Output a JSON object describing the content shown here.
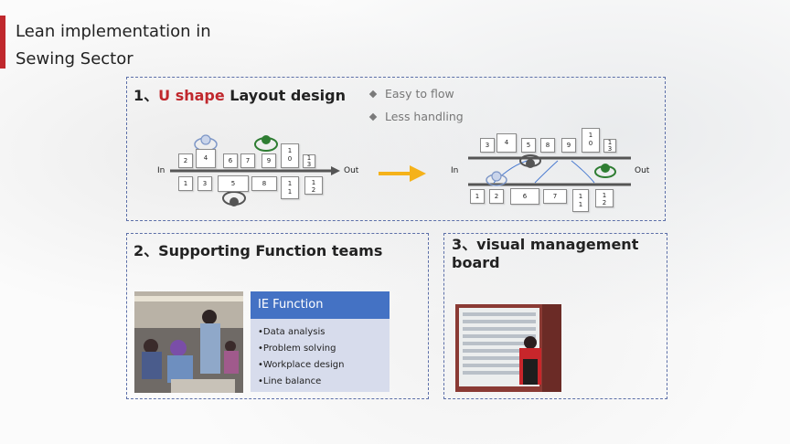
{
  "page": {
    "title_line1": "Lean implementation in",
    "title_line2": "Sewing Sector",
    "accent_color": "#c0282d"
  },
  "section1": {
    "prefix": "1、",
    "highlight": "U shape",
    "rest": " Layout design",
    "bullets": [
      "Easy to flow",
      "Less handling"
    ],
    "before": {
      "in_label": "In",
      "out_label": "Out",
      "top_row": [
        "2",
        "4",
        "6",
        "7",
        "9",
        "1\n0",
        "1\n3"
      ],
      "bottom_row": [
        "1",
        "3",
        "5",
        "8",
        "1\n1",
        "1\n2"
      ]
    },
    "after": {
      "in_label": "In",
      "out_label": "Out",
      "top_row": [
        "3",
        "4",
        "5",
        "8",
        "9",
        "1\n0",
        "1\n3"
      ],
      "bottom_row": [
        "1",
        "2",
        "6",
        "7",
        "1\n1",
        "1\n2"
      ]
    }
  },
  "section2": {
    "heading": "2、Supporting Function teams",
    "ie_title": "IE Function",
    "ie_items": [
      "•Data analysis",
      "•Problem solving",
      "•Workplace design",
      "•Line balance"
    ]
  },
  "section3": {
    "heading_line1": "3、visual management",
    "heading_line2": "board"
  },
  "colors": {
    "panel_border": "#5c6fa8",
    "ie_header": "#4472c4",
    "ie_body": "#d7dcec",
    "arrow": "#f5b21a"
  }
}
